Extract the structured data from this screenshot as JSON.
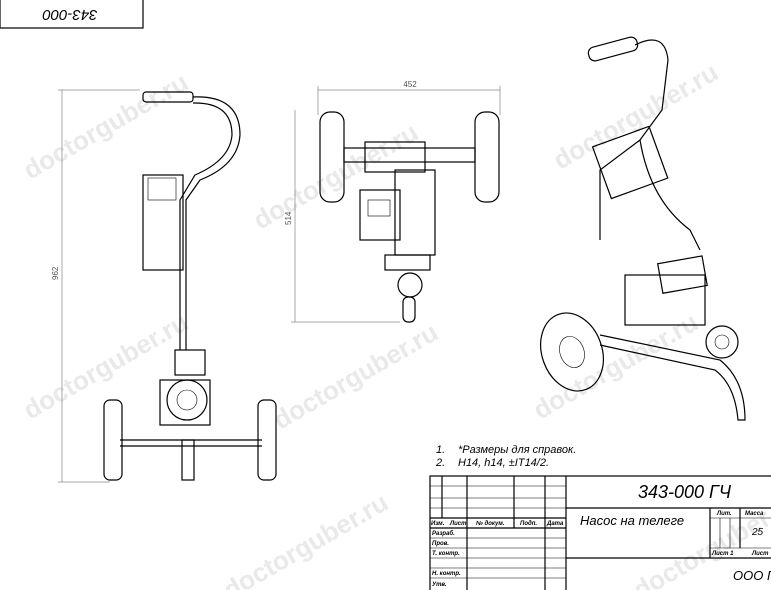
{
  "drawing_code_rotated": "343-000",
  "watermark": "doctorguber.ru",
  "dimensions": {
    "overall_height": "962",
    "width_top": "452",
    "depth_top": "514"
  },
  "notes": [
    {
      "num": "1.",
      "text": "*Размеры для справок."
    },
    {
      "num": "2.",
      "text": "H14, h14, ±IT14/2."
    }
  ],
  "title_block": {
    "designation": "343-000 ГЧ",
    "name": "Насос на телеге",
    "headers": {
      "izm": "Изм.",
      "list": "Лист",
      "doc": "№ докум.",
      "sign": "Подп.",
      "date": "Дата"
    },
    "roles": [
      "Разраб.",
      "Пров.",
      "Т. контр.",
      "",
      "Н. контр.",
      "Утв."
    ],
    "lit_label": "Лит.",
    "mass_label": "Масса",
    "mass_value": "25",
    "sheet_label": "Лист 1",
    "sheets_label": "Лист",
    "company": "ООО Гу"
  }
}
